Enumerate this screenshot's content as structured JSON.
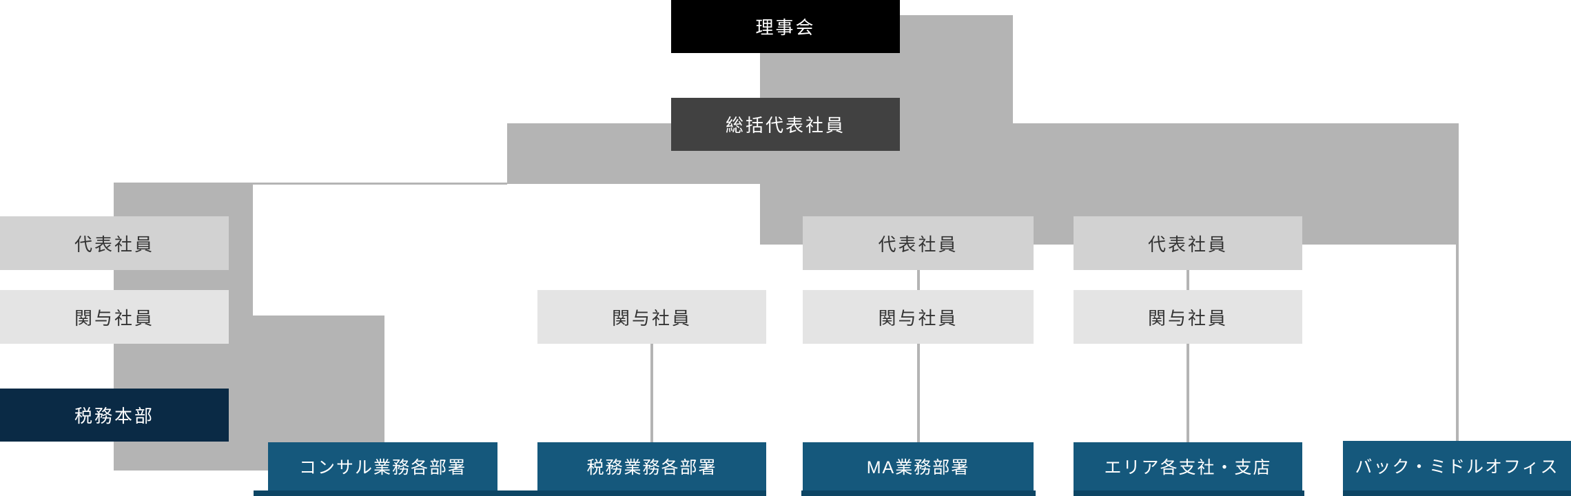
{
  "org_chart": {
    "nodes": {
      "board": {
        "label": "理事会",
        "bg": "#000000",
        "text_color": "#ffffff"
      },
      "supervising_representative": {
        "label": "総括代表社員",
        "bg": "#414141",
        "text_color": "#ffffff"
      },
      "representative_left": {
        "label": "代表社員",
        "bg": "#d2d2d2",
        "text_color": "#333333"
      },
      "engagement_left": {
        "label": "関与社員",
        "bg": "#e4e4e4",
        "text_color": "#333333"
      },
      "tax_headquarters": {
        "label": "税務本部",
        "bg": "#0a2a45",
        "text_color": "#ffffff"
      },
      "engagement_middle": {
        "label": "関与社員",
        "bg": "#e4e4e4",
        "text_color": "#333333"
      },
      "representative_ma": {
        "label": "代表社員",
        "bg": "#d2d2d2",
        "text_color": "#333333"
      },
      "engagement_ma": {
        "label": "関与社員",
        "bg": "#e4e4e4",
        "text_color": "#333333"
      },
      "representative_area": {
        "label": "代表社員",
        "bg": "#d2d2d2",
        "text_color": "#333333"
      },
      "engagement_area": {
        "label": "関与社員",
        "bg": "#e4e4e4",
        "text_color": "#333333"
      },
      "dept_consulting": {
        "label": "コンサル業務各部署",
        "bg": "#15587c",
        "text_color": "#ffffff"
      },
      "dept_tax": {
        "label": "税務業務各部署",
        "bg": "#15587c",
        "text_color": "#ffffff"
      },
      "dept_ma": {
        "label": "MA業務部署",
        "bg": "#15587c",
        "text_color": "#ffffff"
      },
      "dept_area": {
        "label": "エリア各支社・支店",
        "bg": "#15587c",
        "text_color": "#ffffff"
      },
      "dept_back_middle_office": {
        "label": "バック・ミドルオフィス",
        "bg": "#15587c",
        "text_color": "#ffffff"
      }
    },
    "colors": {
      "background": "#ffffff",
      "connector_gray": "#b4b4b4",
      "underline_navy": "#0d4564",
      "box_black": "#000000",
      "box_dark_gray": "#414141",
      "box_light_gray": "#d2d2d2",
      "box_lighter_gray": "#e4e4e4",
      "box_navy": "#0a2a45",
      "box_teal": "#15587c",
      "text_dark": "#333333",
      "text_light": "#ffffff"
    }
  }
}
